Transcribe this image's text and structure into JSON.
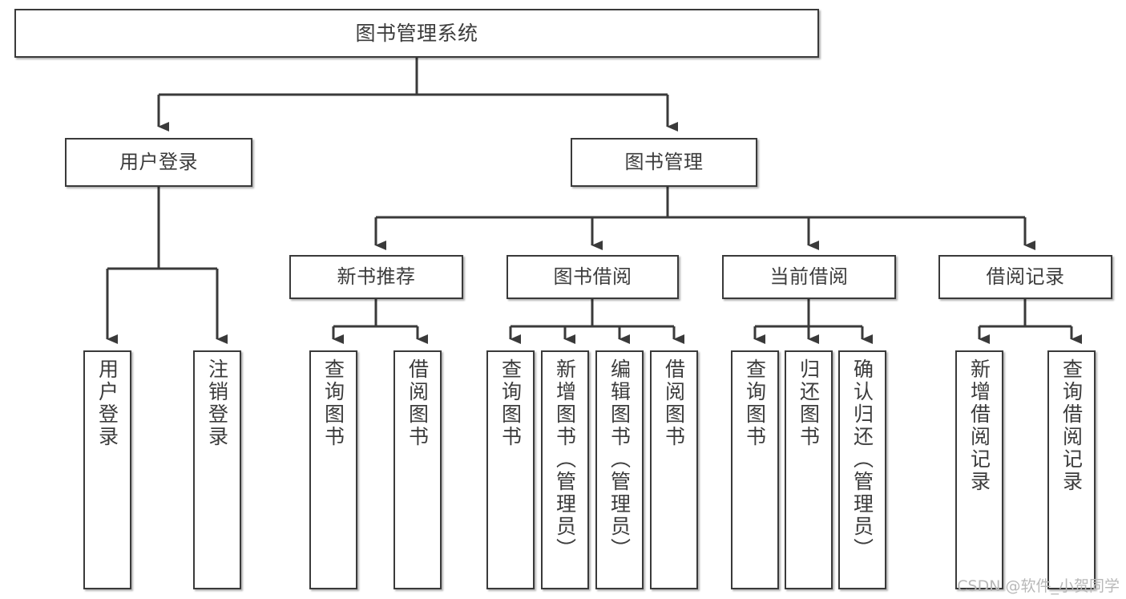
{
  "diagram": {
    "kind": "function-structure-tree",
    "root": {
      "id": "root",
      "label": "图书管理系统"
    },
    "level1": [
      {
        "id": "user-login",
        "label": "用户登录"
      },
      {
        "id": "book-manage",
        "label": "图书管理"
      }
    ],
    "level2": [
      {
        "id": "new-book-rec",
        "label": "新书推荐",
        "parent": "book-manage"
      },
      {
        "id": "book-borrow",
        "label": "图书借阅",
        "parent": "book-manage"
      },
      {
        "id": "current-borrow",
        "label": "当前借阅",
        "parent": "book-manage"
      },
      {
        "id": "borrow-record",
        "label": "借阅记录",
        "parent": "book-manage"
      }
    ],
    "leaves": [
      {
        "id": "leaf-user-login",
        "label": "用户登录",
        "parent": "user-login"
      },
      {
        "id": "leaf-user-logout",
        "label": "注销登录",
        "parent": "user-login"
      },
      {
        "id": "leaf-rec-query-book",
        "label": "查询图书",
        "parent": "new-book-rec"
      },
      {
        "id": "leaf-rec-borrow-book",
        "label": "借阅图书",
        "parent": "new-book-rec"
      },
      {
        "id": "leaf-borrow-query-book",
        "label": "查询图书",
        "parent": "book-borrow"
      },
      {
        "id": "leaf-borrow-add-book",
        "label": "新增图书（管理员）",
        "parent": "book-borrow"
      },
      {
        "id": "leaf-borrow-edit-book",
        "label": "编辑图书（管理员）",
        "parent": "book-borrow"
      },
      {
        "id": "leaf-borrow-borrow-book",
        "label": "借阅图书",
        "parent": "book-borrow"
      },
      {
        "id": "leaf-cur-query-book",
        "label": "查询图书",
        "parent": "current-borrow"
      },
      {
        "id": "leaf-cur-return-book",
        "label": "归还图书",
        "parent": "current-borrow"
      },
      {
        "id": "leaf-cur-confirm-return",
        "label": "确认归还（管理员）",
        "parent": "current-borrow"
      },
      {
        "id": "leaf-rec-add-record",
        "label": "新增借阅记录",
        "parent": "borrow-record"
      },
      {
        "id": "leaf-rec-query-record",
        "label": "查询借阅记录",
        "parent": "borrow-record"
      }
    ]
  },
  "watermark": {
    "text": "CSDN @软件_小贺同学"
  },
  "colors": {
    "box_border": "#3a3a3a",
    "box_fill": "#ffffff",
    "text": "#3c3c3c",
    "connector": "#3a3a3a",
    "watermark": "#b8b8b8",
    "canvas": "#ffffff"
  }
}
